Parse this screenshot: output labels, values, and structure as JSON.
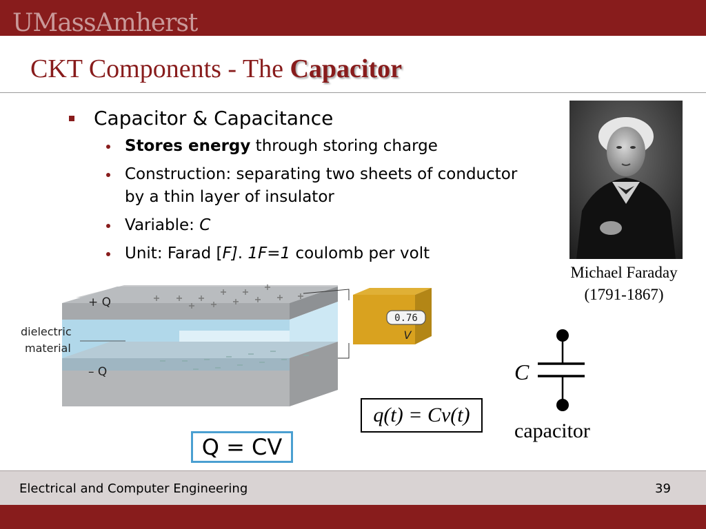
{
  "header": {
    "logo_text": "UMassAmherst"
  },
  "slide": {
    "title_plain": "CKT Components - The ",
    "title_emphasis": "Capacitor"
  },
  "bullets": {
    "main": "Capacitor & Capacitance",
    "sub": [
      {
        "bold": "Stores energy",
        "text": " through storing charge"
      },
      {
        "text": "Construction: separating two sheets of conductor by a thin layer of insulator"
      },
      {
        "text": "Variable: ",
        "italic": "C"
      },
      {
        "text": "Unit: Farad [",
        "italic": "F]",
        "text2": ".  ",
        "italic2": "1F=1",
        "text3": " coulomb per volt"
      }
    ]
  },
  "portrait": {
    "name": "Michael Faraday",
    "years": "(1791-1867)"
  },
  "diagram": {
    "plus_q": "+ Q",
    "minus_q": "– Q",
    "dielectric_line1": "dielectric",
    "dielectric_line2": "material",
    "meter_value": "0.76",
    "meter_unit": "V"
  },
  "equations": {
    "charge_relation": "q(t) = Cv(t)",
    "q_equals_cv": "Q = CV"
  },
  "symbol": {
    "variable": "C",
    "label": "capacitor"
  },
  "footer": {
    "department": "Electrical and Computer Engineering",
    "page": "39"
  },
  "colors": {
    "brand": "#881c1c",
    "footer_band": "#d9d3d3",
    "accent_box": "#4a9fd1"
  }
}
